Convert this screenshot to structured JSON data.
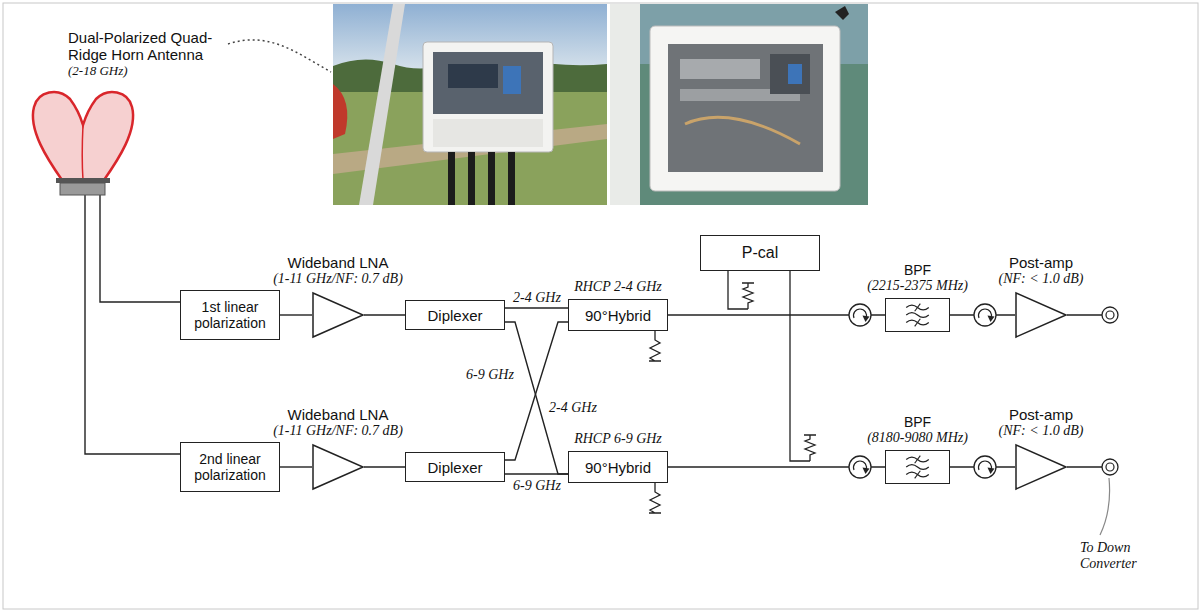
{
  "diagram": {
    "nodes": [
      {
        "text": [
          "Dual-Polarized Quad-Ridge Horn Antenna",
          "(2-18 GHz)"
        ]
      },
      {
        "text": [
          "1st linear polarization"
        ]
      },
      {
        "text": [
          "Wideband LNA",
          "(1-11 GHz/NF: 0.7 dB)"
        ]
      },
      {
        "text": [
          "Diplexer"
        ]
      },
      {
        "text": [
          "RHCP 2-4 GHz",
          "90°Hybrid"
        ]
      },
      {
        "text": [
          "P-cal"
        ]
      },
      {
        "text": [
          "BPF",
          "(2215-2375 MHz)"
        ]
      },
      {
        "text": [
          "Post-amp",
          "(NF: < 1.0 dB)"
        ]
      },
      {
        "text": [
          "2nd linear polarization"
        ]
      },
      {
        "text": [
          "Wideband LNA",
          "(1-11 GHz/NF: 0.7 dB)"
        ]
      },
      {
        "text": [
          "Diplexer"
        ]
      },
      {
        "text": [
          "RHCP 6-9 GHz",
          "90°Hybrid"
        ]
      },
      {
        "text": [
          "BPF",
          "(8180-9080 MHz)"
        ]
      },
      {
        "text": [
          "Post-amp",
          "(NF: < 1.0 dB)"
        ]
      }
    ],
    "edges": [
      {
        "from": 0,
        "to": 1,
        "arrow": "none"
      },
      {
        "from": 0,
        "to": 8,
        "arrow": "none"
      },
      {
        "from": 1,
        "to": 2,
        "arrow": "none"
      },
      {
        "from": 2,
        "to": 3,
        "arrow": "none"
      },
      {
        "from": 8,
        "to": 9,
        "arrow": "none"
      },
      {
        "from": 9,
        "to": 10,
        "arrow": "none"
      },
      {
        "from": 3,
        "to": 4,
        "label": "2-4 GHz",
        "arrow": "none"
      },
      {
        "from": 3,
        "to": 11,
        "label": "6-9 GHz",
        "arrow": "none"
      },
      {
        "from": 10,
        "to": 4,
        "label": "2-4 GHz",
        "arrow": "none"
      },
      {
        "from": 10,
        "to": 11,
        "label": "6-9 GHz",
        "arrow": "none"
      },
      {
        "from": 4,
        "to": 6,
        "arrow": "none"
      },
      {
        "from": 6,
        "to": 7,
        "arrow": "none"
      },
      {
        "from": 11,
        "to": 12,
        "arrow": "none"
      },
      {
        "from": 12,
        "to": 13,
        "arrow": "none"
      }
    ],
    "labels": [
      "To Down Converter"
    ]
  }
}
